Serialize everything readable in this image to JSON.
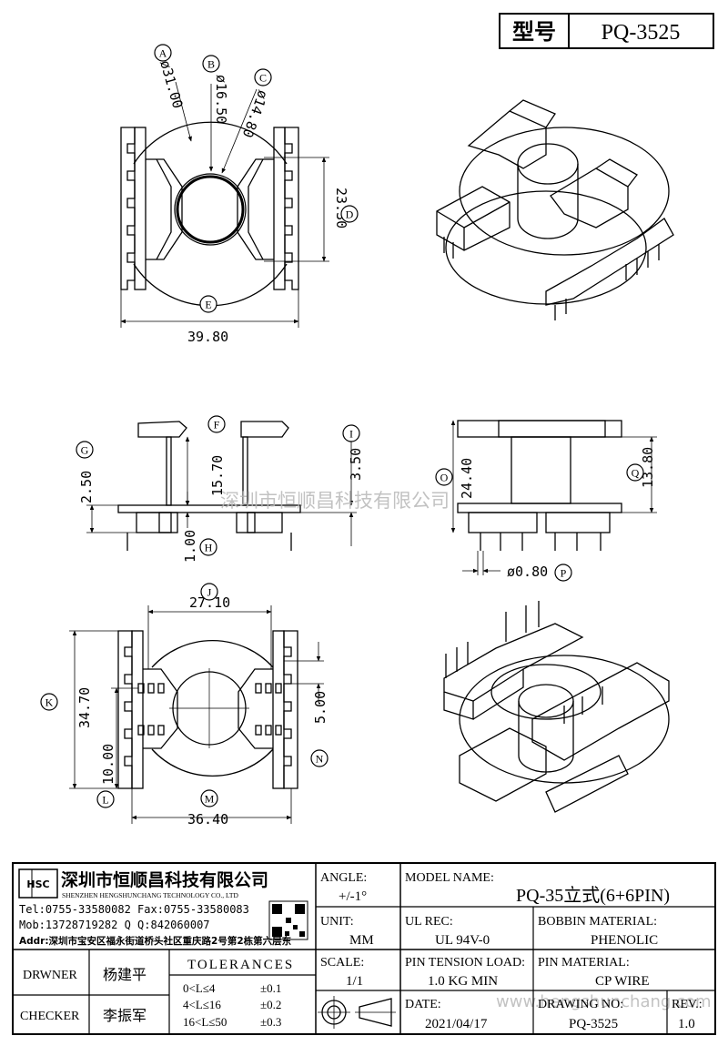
{
  "model": {
    "label": "型号",
    "value": "PQ-3525"
  },
  "dimensions": {
    "A": "ø31.00",
    "B": "ø16.50",
    "C": "ø14.80",
    "D": "23.30",
    "E": "39.80",
    "F": "15.70",
    "G": "2.50",
    "H": "1.00",
    "I": "3.50",
    "O": "24.40",
    "Q": "13.80",
    "P": "ø0.80",
    "J": "27.10",
    "K": "34.70",
    "L": "10.00",
    "M": "36.40",
    "N": "5.00"
  },
  "markers": [
    "A",
    "B",
    "C",
    "D",
    "E",
    "F",
    "G",
    "H",
    "I",
    "J",
    "K",
    "L",
    "M",
    "N",
    "O",
    "P",
    "Q"
  ],
  "watermark": "深圳市恒顺昌科技有限公司",
  "watermark_url": "www.hengshunchang.com",
  "company": {
    "logo_text": "HSC",
    "name_cn": "深圳市恒顺昌科技有限公司",
    "name_en": "SHENZHEN HENGSHUNCHANG TECHNOLOGY CO., LTD",
    "tel_fax": "Tel:0755-33580082 Fax:0755-33580083",
    "mob_qq": "Mob:13728719282      Q  Q:842060007",
    "addr": "Addr:深圳市宝安区福永街道桥头社区重庆路2号第2栋第六层东"
  },
  "title_block": {
    "angle_label": "ANGLE:",
    "angle_value": "+/-1°",
    "model_name_label": "MODEL NAME:",
    "model_name_value": "PQ-35立式(6+6PIN)",
    "unit_label": "UNIT:",
    "unit_value": "MM",
    "ul_label": "UL REC:",
    "ul_value": "UL 94V-0",
    "bobbin_label": "BOBBIN MATERIAL:",
    "bobbin_value": "PHENOLIC",
    "drawer_label": "DRWNER",
    "drawer_name": "杨建平",
    "tolerances_label": "TOLERANCES",
    "tolerance_rows": [
      {
        "range": "0<L≤4",
        "value": "±0.1"
      },
      {
        "range": "4<L≤16",
        "value": "±0.2"
      },
      {
        "range": "16<L≤50",
        "value": "±0.3"
      }
    ],
    "scale_label": "SCALE:",
    "scale_value": "1/1",
    "pin_tension_label": "PIN TENSION LOAD:",
    "pin_tension_value": "1.0 KG MIN",
    "pin_material_label": "PIN MATERIAL:",
    "pin_material_value": "CP WIRE",
    "checker_label": "CHECKER",
    "checker_name": "李振军",
    "date_label": "DATE:",
    "date_value": "2021/04/17",
    "drawing_no_label": "DRAWING NO:",
    "drawing_no_value": "PQ-3525",
    "rev_label": "REV.:",
    "rev_value": "1.0"
  },
  "colors": {
    "line": "#000000",
    "watermark": "#b8b8b8"
  }
}
